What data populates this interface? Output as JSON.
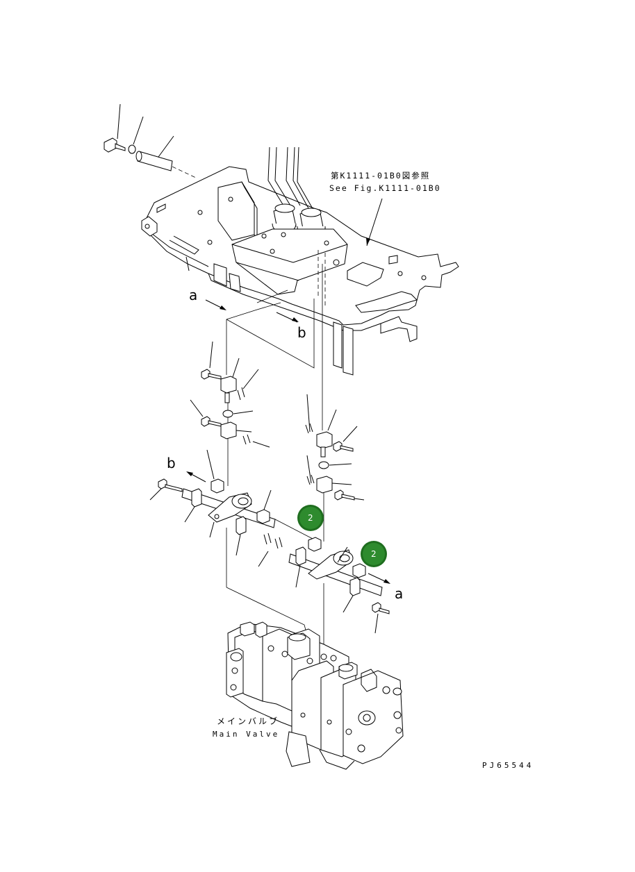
{
  "reference": {
    "jp": "第K1111-01B0図参照",
    "en": "See Fig.K1111-01B0"
  },
  "main_valve": {
    "jp": "メインバルブ",
    "en": "Main Valve"
  },
  "letters": {
    "a_top": "a",
    "b_top": "b",
    "b_mid": "b",
    "a_bottom": "a"
  },
  "callouts": [
    {
      "number": "2",
      "color": "#2e8b2e"
    },
    {
      "number": "2",
      "color": "#2e8b2e"
    }
  ],
  "drawing_code": "PJ65544"
}
